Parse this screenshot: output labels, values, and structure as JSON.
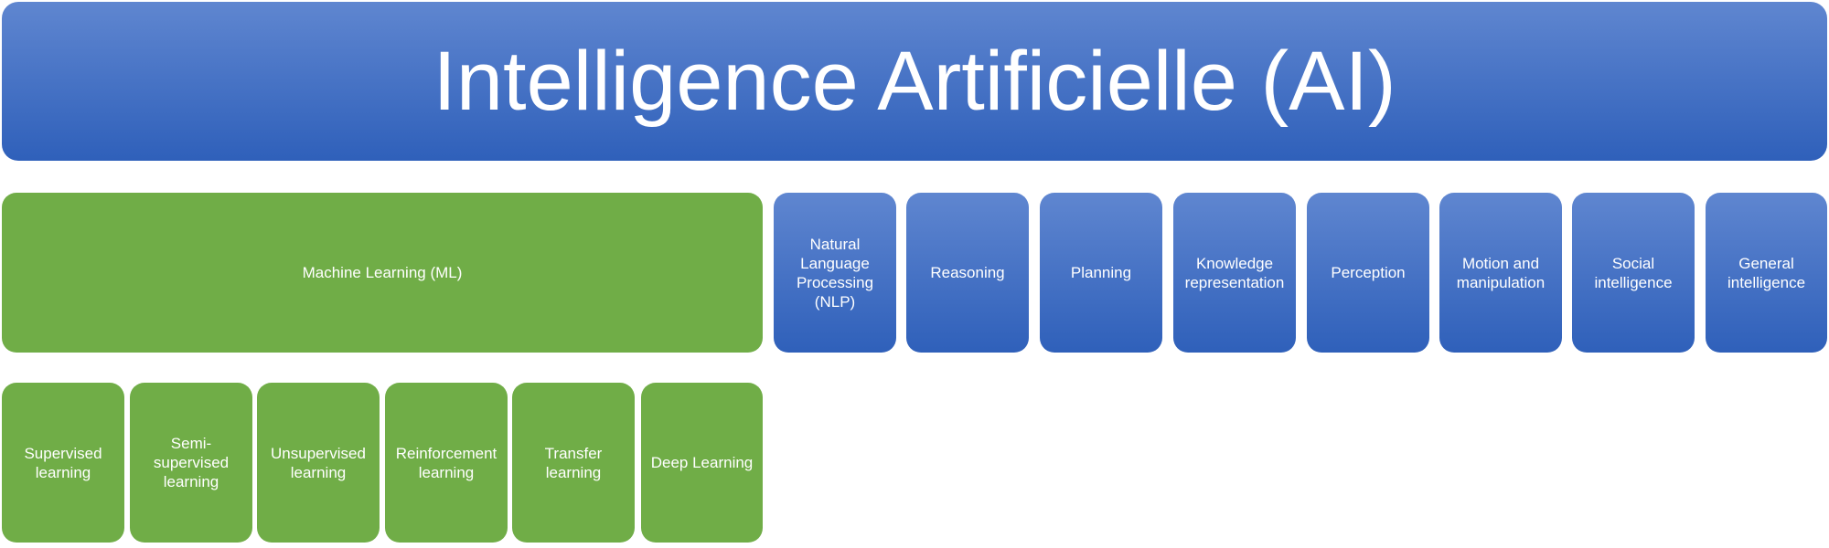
{
  "title": "Intelligence Artificielle (AI)",
  "ml": "Machine Learning (ML)",
  "ai_branches": [
    "Natural Language Processing (NLP)",
    "Reasoning",
    "Planning",
    "Knowledge representation",
    "Perception",
    "Motion and manipulation",
    "Social intelligence",
    "General intelligence"
  ],
  "ml_branches": [
    "Supervised learning",
    "Semi-supervised learning",
    "Unsupervised learning",
    "Reinforcement learning",
    "Transfer learning",
    "Deep Learning"
  ],
  "colors": {
    "blue_top": "#5f86d0",
    "blue_bottom": "#2f60ba",
    "green": "#70ad47"
  }
}
